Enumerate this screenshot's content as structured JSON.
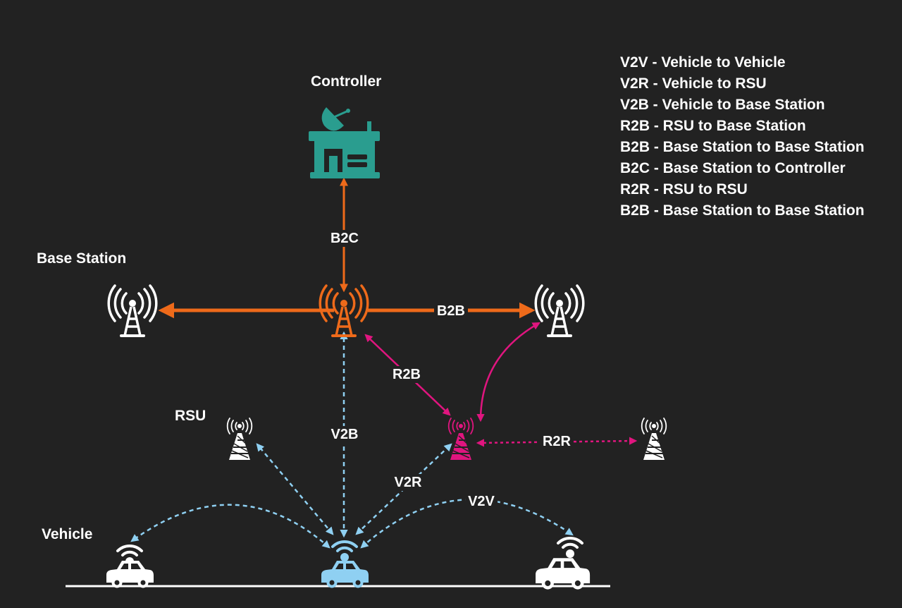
{
  "labels": {
    "controller": "Controller",
    "base_station": "Base Station",
    "rsu": "RSU",
    "vehicle": "Vehicle"
  },
  "links": {
    "b2c": "B2C",
    "b2b": "B2B",
    "r2b": "R2B",
    "v2b": "V2B",
    "r2r": "R2R",
    "v2r": "V2R",
    "v2v": "V2V"
  },
  "legend": [
    "V2V - Vehicle to Vehicle",
    "V2R - Vehicle to RSU",
    "V2B - Vehicle to Base Station",
    "R2B - RSU to Base Station",
    "B2B - Base Station to Base Station",
    "B2C - Base Station to Controller",
    "R2R - RSU to RSU",
    "B2B - Base Station to Base Station"
  ],
  "icons": {
    "controller": "satellite-station-icon",
    "base_station": "radio-tower-icon",
    "rsu": "small-antenna-icon",
    "vehicle": "connected-car-icon"
  },
  "colors": {
    "background": "#222222",
    "orange": "#ee6a1a",
    "magenta": "#e0157f",
    "light_blue": "#8fd0f2",
    "teal": "#2a9d8f",
    "white": "#ffffff"
  }
}
